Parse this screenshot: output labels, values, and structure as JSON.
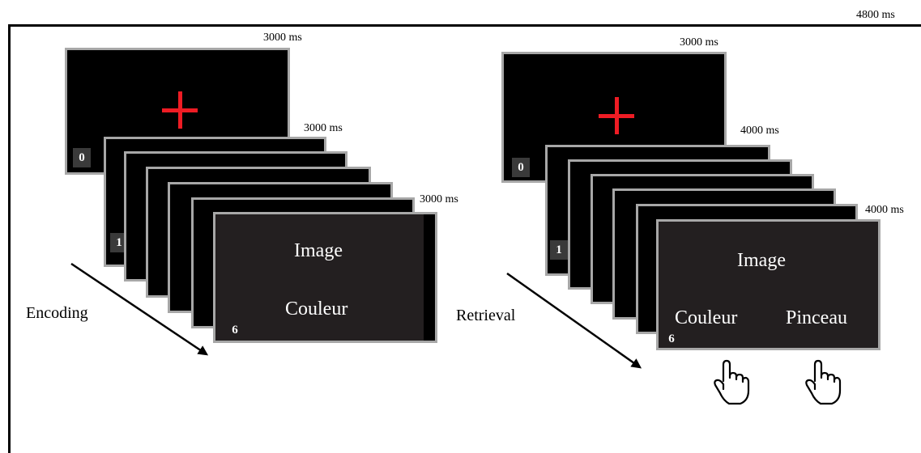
{
  "timings": {
    "total": "4800 ms",
    "enc_fixation": "3000 ms",
    "enc_stack_first": "3000 ms",
    "enc_stack_last": "3000 ms",
    "ret_fixation": "3000 ms",
    "ret_stack_first": "4000 ms",
    "ret_stack_last": "4000 ms"
  },
  "encoding": {
    "label": "Encoding",
    "fixation_index": "0",
    "first_stack_index": "1",
    "final_index": "6",
    "prompt": "Image",
    "cue": "Couleur"
  },
  "retrieval": {
    "label": "Retrieval",
    "fixation_index": "0",
    "first_stack_index": "1",
    "final_index": "6",
    "prompt": "Image",
    "option_left": "Couleur",
    "option_right": "Pinceau"
  },
  "icons": [
    "fixation-cross-icon",
    "pointing-hand-icon",
    "arrow-icon"
  ],
  "colors": {
    "screen": "#000000",
    "final_screen": "#231f20",
    "screen_border": "#a7a7a7",
    "fixation_cross": "#ee1c24"
  }
}
